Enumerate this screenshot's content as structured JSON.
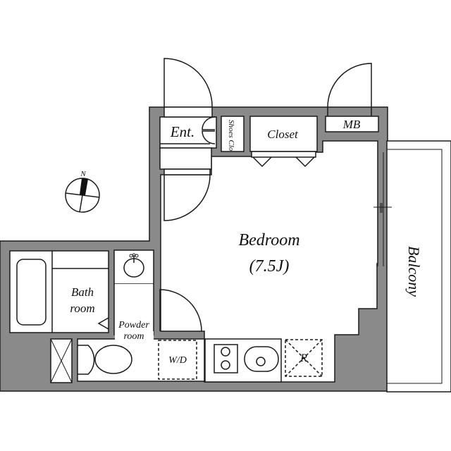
{
  "plan": {
    "compass": {
      "label": "N"
    },
    "rooms": {
      "entrance": "Ent.",
      "shoes_closet": "Shoes Clo",
      "closet": "Closet",
      "meter_box": "MB",
      "bedroom": "Bedroom",
      "bedroom_size": "(7.5J)",
      "balcony": "Balcony",
      "bath_line1": "Bath",
      "bath_line2": "room",
      "powder_line1": "Powder",
      "powder_line2": "room",
      "washer_dryer": "W/D",
      "refrigerator": "R"
    },
    "colors": {
      "wall": "#8a8a8a",
      "line": "#1a1a1a",
      "background": "#ffffff"
    }
  }
}
